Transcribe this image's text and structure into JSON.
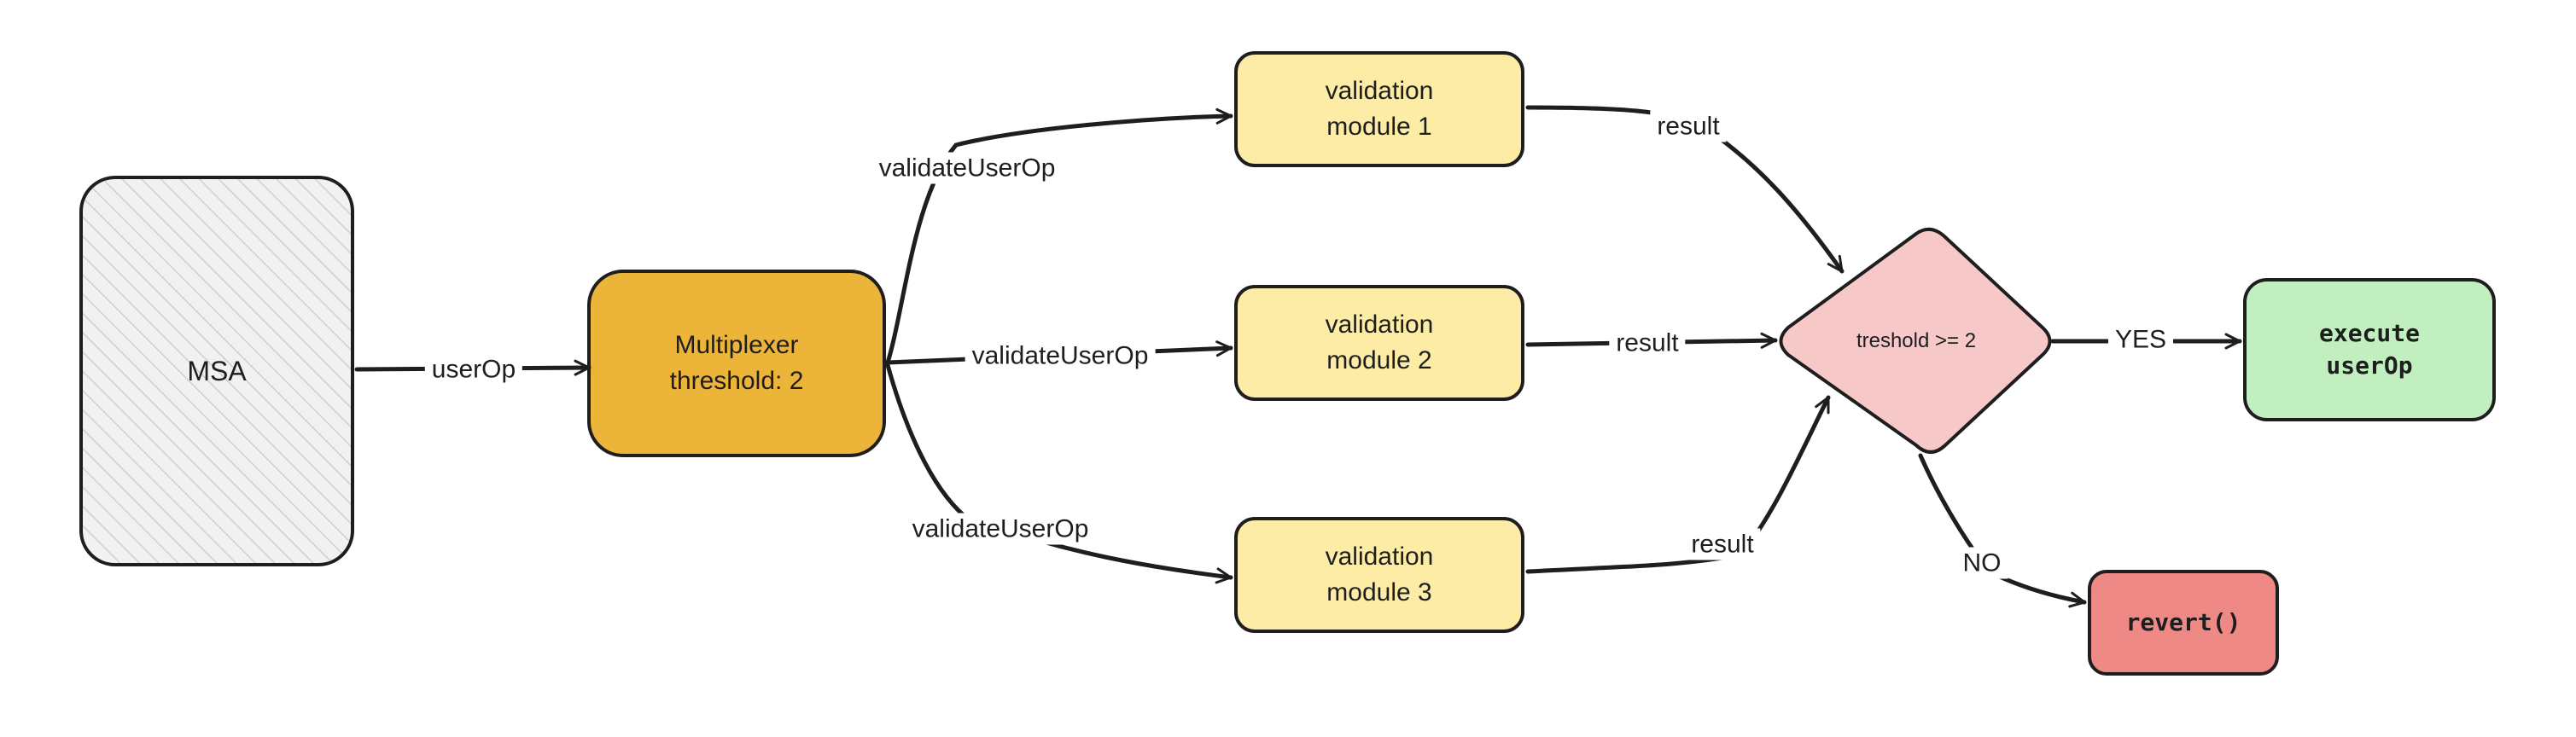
{
  "diagram": {
    "nodes": {
      "msa": {
        "label": "MSA",
        "fill": "#f1f1f1",
        "stroke": "#1e1e1e",
        "pattern": "hatch"
      },
      "multiplexer": {
        "line1": "Multiplexer",
        "line2": "threshold: 2",
        "fill": "#edb43a"
      },
      "module1": {
        "line1": "validation",
        "line2": "module 1",
        "fill": "#fdeca6"
      },
      "module2": {
        "line1": "validation",
        "line2": "module 2",
        "fill": "#fdeca6"
      },
      "module3": {
        "line1": "validation",
        "line2": "module 3",
        "fill": "#fdeca6"
      },
      "decision": {
        "label": "treshold >= 2",
        "fill": "#f7c8c8"
      },
      "execute": {
        "line1": "execute",
        "line2": "userOp",
        "fill": "#c1efc0"
      },
      "revert": {
        "label": "revert()",
        "fill": "#ee8985"
      }
    },
    "edges": {
      "userop": "userOp",
      "validate1": "validateUserOp",
      "validate2": "validateUserOp",
      "validate3": "validateUserOp",
      "result1": "result",
      "result2": "result",
      "result3": "result",
      "yes": "YES",
      "no": "NO"
    },
    "colors": {
      "stroke": "#1e1e1e",
      "background": "#ffffff"
    }
  }
}
